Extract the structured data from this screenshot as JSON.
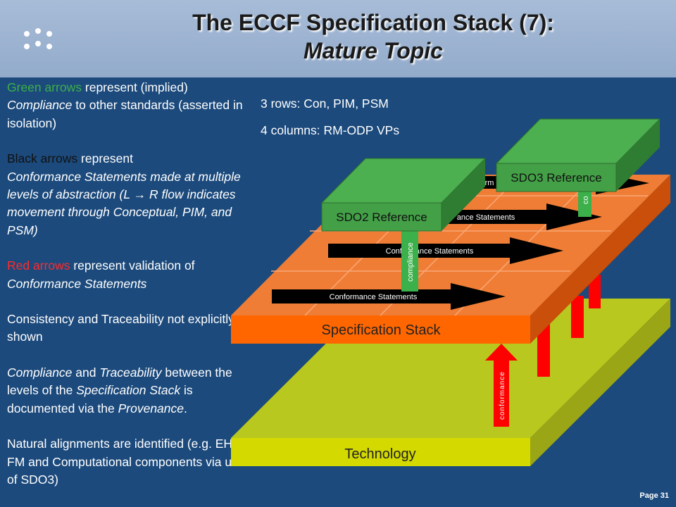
{
  "slide": {
    "title_line1": "The ECCF Specification Stack (7):",
    "title_line2": "Mature Topic",
    "page": "Page 31"
  },
  "legend": {
    "green_arrows": "Green arrows",
    "green_rest": " represent (implied)",
    "compliance_word": "Compliance",
    "green_rest2": " to other standards (asserted in isolation)",
    "black_arrows": "Black arrows",
    "black_rest": " represent",
    "black_italic": "Conformance Statements made at multiple levels of abstraction (L ",
    "black_arrow_glyph": "→",
    "black_italic2": " R flow indicates movement through Conceptual, PIM, and PSM)",
    "red_arrows": "Red arrows",
    "red_rest": " represent validation of",
    "red_italic": "Conformance Statements",
    "consistency": "Consistency and Traceability not explicitly shown",
    "ct_compliance": "Compliance",
    "ct_and": " and ",
    "ct_traceability": "Traceability",
    "ct_between": " between the levels of the ",
    "ct_spec_stack": "Specification Stack",
    "ct_documented": " is documented via the ",
    "ct_provenance": "Provenance",
    "ct_period": ".",
    "natural": "Natural alignments are identified (e.g. EHRs-FM and Computational components via use of SDO3)"
  },
  "rows_cols": {
    "rows": "3 rows:  Con, PIM, PSM",
    "cols": "4 columns:  RM-ODP VPs"
  },
  "diagram": {
    "technology": "Technology",
    "spec_stack": "Specification Stack",
    "sdo2": "SDO2 Reference",
    "sdo3": "SDO3 Reference",
    "conformance_statements": "Conformance Statements",
    "arrow_partial_1": "ance Statements",
    "arrow_partial_2": "orm",
    "compliance": "compliance",
    "compliance_partial": "co",
    "conformance": "conformance"
  },
  "colors": {
    "background": "#1c4a7c",
    "header": "#a7bcd7",
    "technology_top": "#b9c81e",
    "technology_front": "#d4d900",
    "spec_top": "#f07d35",
    "spec_front": "#ff6600",
    "sdo_green": "#4caf50",
    "red_arrow": "#ff0000"
  }
}
